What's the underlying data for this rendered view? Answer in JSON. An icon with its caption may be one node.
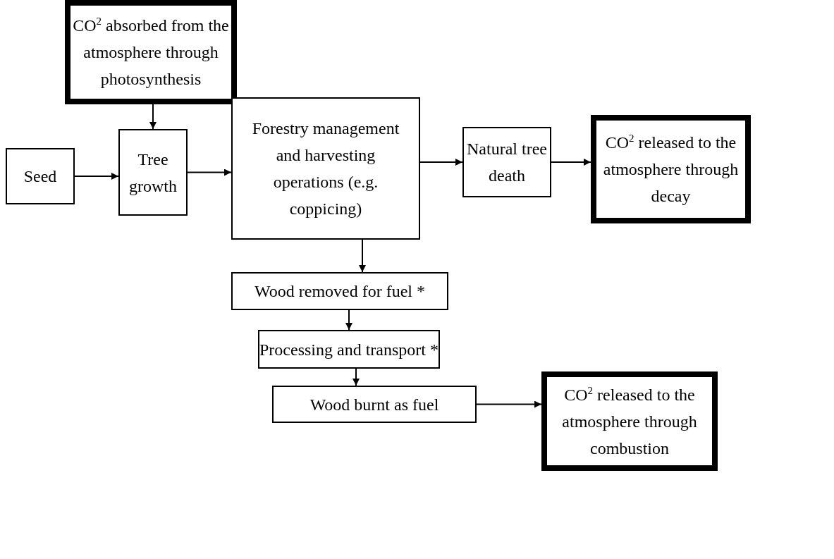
{
  "diagram": {
    "nodes": [
      {
        "text": [
          "CO$^{2}$ absorbed from the atmosphere through photosynthesis"
        ]
      },
      {
        "text": [
          "Seed"
        ]
      },
      {
        "text": [
          "Tree growth"
        ]
      },
      {
        "text": [
          "Forestry management  and harvesting operations (e.g. coppicing)"
        ]
      },
      {
        "text": [
          "Natural tree death"
        ]
      },
      {
        "text": [
          "CO$^{2}$ released to the atmosphere through decay"
        ]
      },
      {
        "text": [
          "Wood removed for fuel *"
        ]
      },
      {
        "text": [
          "Processing and transport *"
        ]
      },
      {
        "text": [
          "Wood burnt as fuel"
        ]
      },
      {
        "text": [
          "CO$^{2}$ released to the atmosphere through combustion"
        ]
      }
    ],
    "edges": [
      {
        "from": 0,
        "to": 2,
        "arrow": "to"
      },
      {
        "from": 1,
        "to": 2,
        "arrow": "to"
      },
      {
        "from": 2,
        "to": 3,
        "arrow": "to"
      },
      {
        "from": 3,
        "to": 4,
        "arrow": "to"
      },
      {
        "from": 4,
        "to": 5,
        "arrow": "to"
      },
      {
        "from": 3,
        "to": 6,
        "arrow": "to"
      },
      {
        "from": 6,
        "to": 7,
        "arrow": "to"
      },
      {
        "from": 7,
        "to": 8,
        "arrow": "to"
      },
      {
        "from": 8,
        "to": 9,
        "arrow": "to"
      }
    ]
  }
}
